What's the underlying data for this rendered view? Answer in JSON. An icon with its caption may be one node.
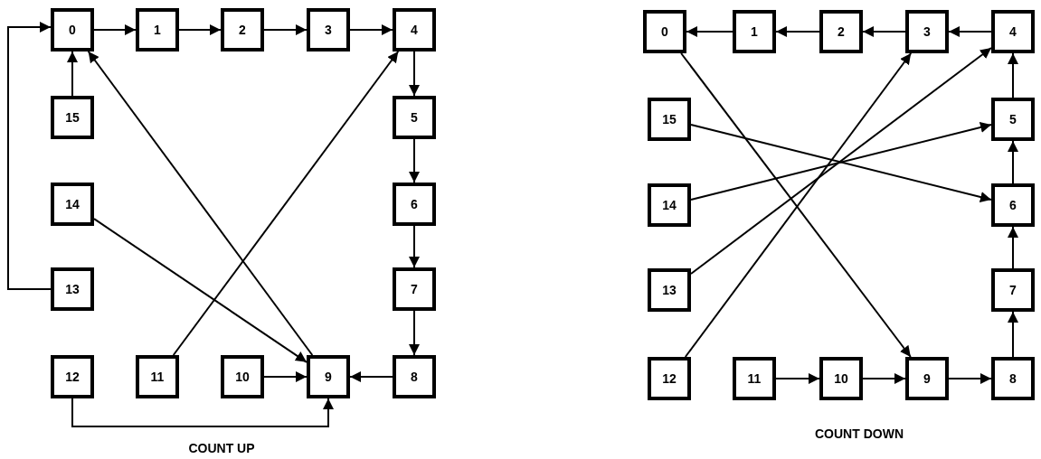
{
  "diagram": {
    "nodes": [
      {
        "text": [
          "0"
        ]
      },
      {
        "text": [
          "1"
        ]
      },
      {
        "text": [
          "2"
        ]
      },
      {
        "text": [
          "3"
        ]
      },
      {
        "text": [
          "4"
        ]
      },
      {
        "text": [
          "5"
        ]
      },
      {
        "text": [
          "6"
        ]
      },
      {
        "text": [
          "7"
        ]
      },
      {
        "text": [
          "8"
        ]
      },
      {
        "text": [
          "9"
        ]
      },
      {
        "text": [
          "10"
        ]
      },
      {
        "text": [
          "11"
        ]
      },
      {
        "text": [
          "12"
        ]
      },
      {
        "text": [
          "13"
        ]
      },
      {
        "text": [
          "14"
        ]
      },
      {
        "text": [
          "15"
        ]
      },
      {
        "text": [
          "0"
        ]
      },
      {
        "text": [
          "1"
        ]
      },
      {
        "text": [
          "2"
        ]
      },
      {
        "text": [
          "3"
        ]
      },
      {
        "text": [
          "4"
        ]
      },
      {
        "text": [
          "5"
        ]
      },
      {
        "text": [
          "6"
        ]
      },
      {
        "text": [
          "7"
        ]
      },
      {
        "text": [
          "8"
        ]
      },
      {
        "text": [
          "9"
        ]
      },
      {
        "text": [
          "10"
        ]
      },
      {
        "text": [
          "11"
        ]
      },
      {
        "text": [
          "12"
        ]
      },
      {
        "text": [
          "13"
        ]
      },
      {
        "text": [
          "14"
        ]
      },
      {
        "text": [
          "15"
        ]
      }
    ],
    "edges": [
      {
        "from": 0,
        "to": 1,
        "arrow": "to"
      },
      {
        "from": 1,
        "to": 2,
        "arrow": "to"
      },
      {
        "from": 2,
        "to": 3,
        "arrow": "to"
      },
      {
        "from": 3,
        "to": 4,
        "arrow": "to"
      },
      {
        "from": 4,
        "to": 5,
        "arrow": "to"
      },
      {
        "from": 5,
        "to": 6,
        "arrow": "to"
      },
      {
        "from": 6,
        "to": 7,
        "arrow": "to"
      },
      {
        "from": 7,
        "to": 8,
        "arrow": "to"
      },
      {
        "from": 8,
        "to": 9,
        "arrow": "to"
      },
      {
        "from": 10,
        "to": 9,
        "arrow": "to"
      },
      {
        "from": 9,
        "to": 0,
        "arrow": "to"
      },
      {
        "from": 11,
        "to": 4,
        "arrow": "to"
      },
      {
        "from": 12,
        "to": 9,
        "arrow": "to"
      },
      {
        "from": 13,
        "to": 0,
        "arrow": "to"
      },
      {
        "from": 14,
        "to": 9,
        "arrow": "to"
      },
      {
        "from": 15,
        "to": 0,
        "arrow": "to"
      },
      {
        "from": 17,
        "to": 16,
        "arrow": "to"
      },
      {
        "from": 18,
        "to": 17,
        "arrow": "to"
      },
      {
        "from": 19,
        "to": 18,
        "arrow": "to"
      },
      {
        "from": 20,
        "to": 19,
        "arrow": "to"
      },
      {
        "from": 21,
        "to": 20,
        "arrow": "to"
      },
      {
        "from": 22,
        "to": 21,
        "arrow": "to"
      },
      {
        "from": 23,
        "to": 22,
        "arrow": "to"
      },
      {
        "from": 24,
        "to": 23,
        "arrow": "to"
      },
      {
        "from": 25,
        "to": 24,
        "arrow": "to"
      },
      {
        "from": 26,
        "to": 25,
        "arrow": "to"
      },
      {
        "from": 27,
        "to": 26,
        "arrow": "to"
      },
      {
        "from": 16,
        "to": 25,
        "arrow": "to"
      },
      {
        "from": 31,
        "to": 22,
        "arrow": "to"
      },
      {
        "from": 30,
        "to": 21,
        "arrow": "to"
      },
      {
        "from": 29,
        "to": 20,
        "arrow": "to"
      },
      {
        "from": 28,
        "to": 19,
        "arrow": "to"
      }
    ],
    "labels": [
      "COUNT UP",
      "COUNT DOWN"
    ]
  }
}
